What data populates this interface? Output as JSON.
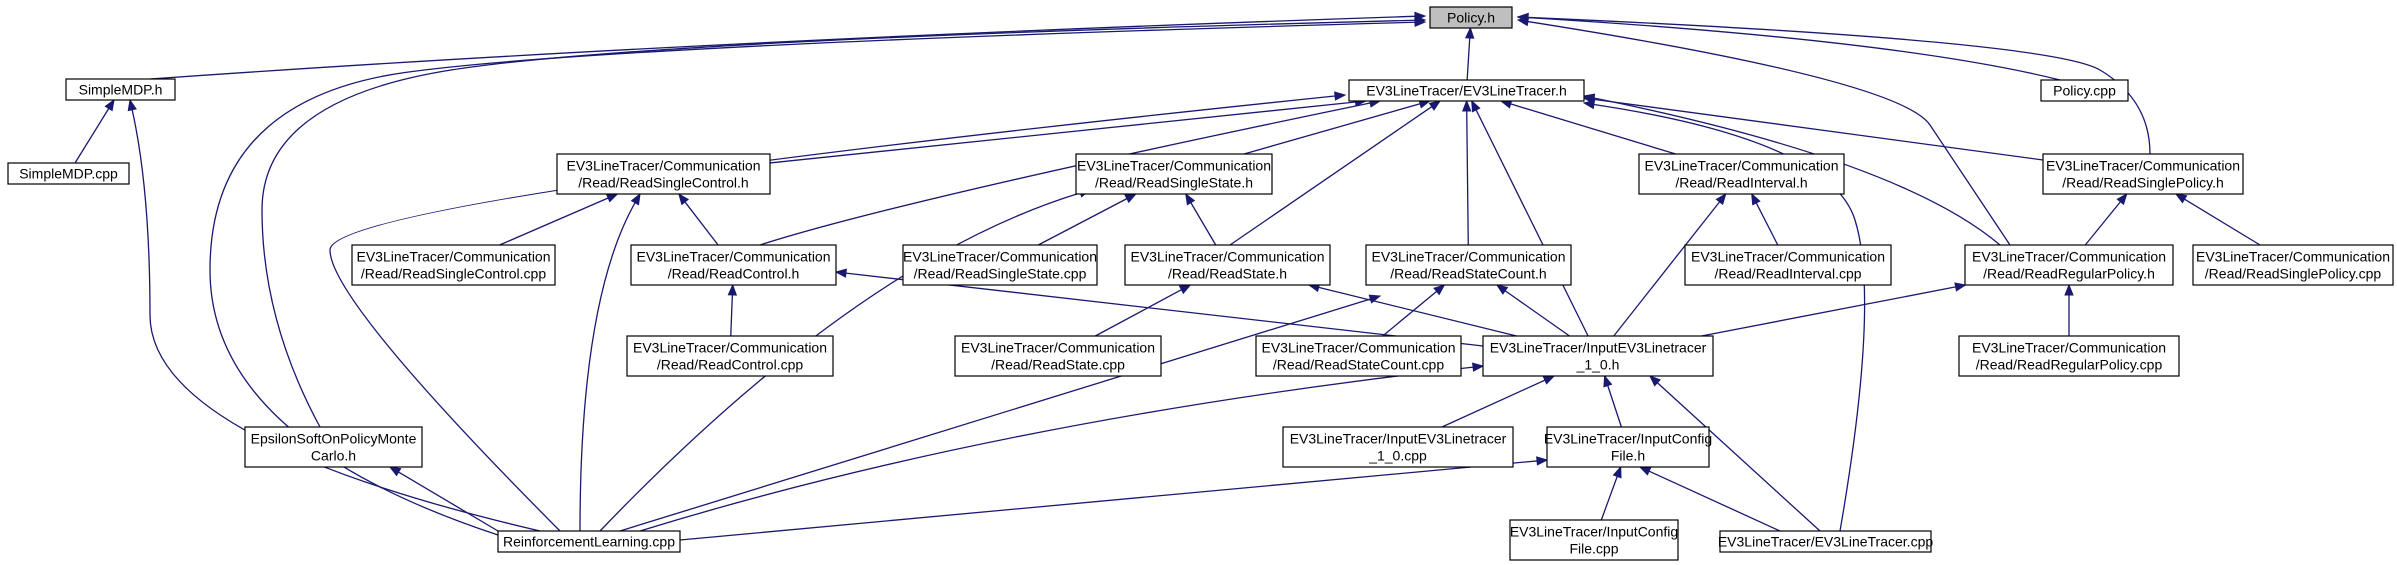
{
  "diagram": {
    "title": "",
    "nodes": [
      {
        "id": "policy_h",
        "lines": [
          "Policy.h"
        ],
        "root": true
      },
      {
        "id": "simplemdp_h",
        "lines": [
          "SimpleMDP.h"
        ]
      },
      {
        "id": "simplemdp_cpp",
        "lines": [
          "SimpleMDP.cpp"
        ]
      },
      {
        "id": "ev3_h",
        "lines": [
          "EV3LineTracer/EV3LineTracer.h"
        ]
      },
      {
        "id": "policy_cpp",
        "lines": [
          "Policy.cpp"
        ]
      },
      {
        "id": "rsc_h",
        "lines": [
          "EV3LineTracer/Communication",
          "/Read/ReadSingleControl.h"
        ]
      },
      {
        "id": "rss_h",
        "lines": [
          "EV3LineTracer/Communication",
          "/Read/ReadSingleState.h"
        ]
      },
      {
        "id": "ri_h",
        "lines": [
          "EV3LineTracer/Communication",
          "/Read/ReadInterval.h"
        ]
      },
      {
        "id": "rsp_h",
        "lines": [
          "EV3LineTracer/Communication",
          "/Read/ReadSinglePolicy.h"
        ]
      },
      {
        "id": "rsc_cpp",
        "lines": [
          "EV3LineTracer/Communication",
          "/Read/ReadSingleControl.cpp"
        ]
      },
      {
        "id": "rc_h",
        "lines": [
          "EV3LineTracer/Communication",
          "/Read/ReadControl.h"
        ]
      },
      {
        "id": "rss_cpp",
        "lines": [
          "EV3LineTracer/Communication",
          "/Read/ReadSingleState.cpp"
        ]
      },
      {
        "id": "rs_h",
        "lines": [
          "EV3LineTracer/Communication",
          "/Read/ReadState.h"
        ]
      },
      {
        "id": "rsco_h",
        "lines": [
          "EV3LineTracer/Communication",
          "/Read/ReadStateCount.h"
        ]
      },
      {
        "id": "ri_cpp",
        "lines": [
          "EV3LineTracer/Communication",
          "/Read/ReadInterval.cpp"
        ]
      },
      {
        "id": "rrp_h",
        "lines": [
          "EV3LineTracer/Communication",
          "/Read/ReadRegularPolicy.h"
        ]
      },
      {
        "id": "rsp_cpp",
        "lines": [
          "EV3LineTracer/Communication",
          "/Read/ReadSinglePolicy.cpp"
        ]
      },
      {
        "id": "rc_cpp",
        "lines": [
          "EV3LineTracer/Communication",
          "/Read/ReadControl.cpp"
        ]
      },
      {
        "id": "rs_cpp",
        "lines": [
          "EV3LineTracer/Communication",
          "/Read/ReadState.cpp"
        ]
      },
      {
        "id": "rsco_cpp",
        "lines": [
          "EV3LineTracer/Communication",
          "/Read/ReadStateCount.cpp"
        ]
      },
      {
        "id": "input_h",
        "lines": [
          "EV3LineTracer/InputEV3Linetracer",
          "_1_0.h"
        ]
      },
      {
        "id": "rrp_cpp",
        "lines": [
          "EV3LineTracer/Communication",
          "/Read/ReadRegularPolicy.cpp"
        ]
      },
      {
        "id": "eps_h",
        "lines": [
          "EpsilonSoftOnPolicyMonte",
          "Carlo.h"
        ]
      },
      {
        "id": "input_cpp",
        "lines": [
          "EV3LineTracer/InputEV3Linetracer",
          "_1_0.cpp"
        ]
      },
      {
        "id": "cfg_h",
        "lines": [
          "EV3LineTracer/InputConfig",
          "File.h"
        ]
      },
      {
        "id": "rl_cpp",
        "lines": [
          "ReinforcementLearning.cpp"
        ]
      },
      {
        "id": "cfg_cpp",
        "lines": [
          "EV3LineTracer/InputConfig",
          "File.cpp"
        ]
      },
      {
        "id": "ev3_cpp",
        "lines": [
          "EV3LineTracer/EV3LineTracer.cpp"
        ]
      }
    ],
    "edges": [
      [
        "simplemdp_h",
        "policy_h"
      ],
      [
        "ev3_h",
        "policy_h"
      ],
      [
        "policy_cpp",
        "policy_h"
      ],
      [
        "rsp_h",
        "policy_h"
      ],
      [
        "rrp_h",
        "policy_h"
      ],
      [
        "eps_h",
        "policy_h"
      ],
      [
        "rl_cpp",
        "policy_h"
      ],
      [
        "simplemdp_cpp",
        "simplemdp_h"
      ],
      [
        "rl_cpp",
        "simplemdp_h"
      ],
      [
        "rsc_h",
        "ev3_h"
      ],
      [
        "rss_h",
        "ev3_h"
      ],
      [
        "ri_h",
        "ev3_h"
      ],
      [
        "rsp_h",
        "ev3_h"
      ],
      [
        "rc_h",
        "ev3_h"
      ],
      [
        "rs_h",
        "ev3_h"
      ],
      [
        "rsco_h",
        "ev3_h"
      ],
      [
        "rrp_h",
        "ev3_h"
      ],
      [
        "input_h",
        "ev3_h"
      ],
      [
        "rl_cpp",
        "ev3_h"
      ],
      [
        "ev3_cpp",
        "ev3_h"
      ],
      [
        "rsc_cpp",
        "rsc_h"
      ],
      [
        "rc_h",
        "rsc_h"
      ],
      [
        "rl_cpp",
        "rsc_h"
      ],
      [
        "rss_cpp",
        "rss_h"
      ],
      [
        "rs_h",
        "rss_h"
      ],
      [
        "rl_cpp",
        "rss_h"
      ],
      [
        "ri_cpp",
        "ri_h"
      ],
      [
        "input_h",
        "ri_h"
      ],
      [
        "rrp_h",
        "rsp_h"
      ],
      [
        "rsp_cpp",
        "rsp_h"
      ],
      [
        "rc_cpp",
        "rc_h"
      ],
      [
        "input_h",
        "rc_h"
      ],
      [
        "rs_cpp",
        "rs_h"
      ],
      [
        "input_h",
        "rs_h"
      ],
      [
        "rsco_cpp",
        "rsco_h"
      ],
      [
        "input_h",
        "rsco_h"
      ],
      [
        "rl_cpp",
        "rsco_h"
      ],
      [
        "rrp_cpp",
        "rrp_h"
      ],
      [
        "input_h",
        "rrp_h"
      ],
      [
        "input_cpp",
        "input_h"
      ],
      [
        "cfg_h",
        "input_h"
      ],
      [
        "rl_cpp",
        "input_h"
      ],
      [
        "ev3_cpp",
        "input_h"
      ],
      [
        "rl_cpp",
        "eps_h"
      ],
      [
        "cfg_cpp",
        "cfg_h"
      ],
      [
        "rl_cpp",
        "cfg_h"
      ],
      [
        "ev3_cpp",
        "cfg_h"
      ]
    ]
  }
}
